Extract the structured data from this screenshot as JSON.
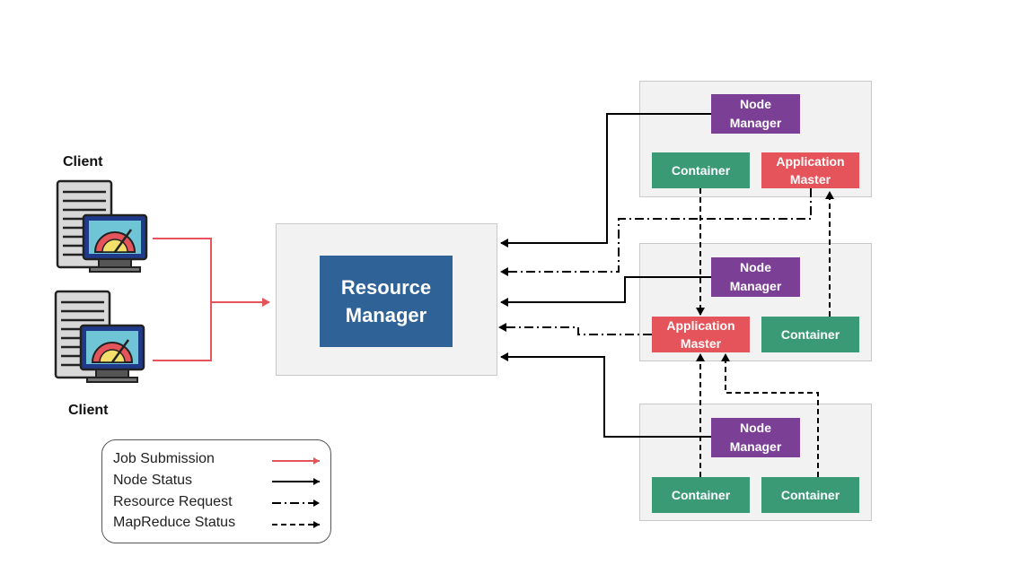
{
  "clients": {
    "top_label": "Client",
    "bottom_label": "Client"
  },
  "resource_manager": {
    "line1": "Resource",
    "line2": "Manager"
  },
  "nodes": [
    {
      "node_manager": [
        "Node",
        "Manager"
      ],
      "left": "Container",
      "right": [
        "Application",
        "Master"
      ]
    },
    {
      "node_manager": [
        "Node",
        "Manager"
      ],
      "left": [
        "Application",
        "Master"
      ],
      "right": "Container"
    },
    {
      "node_manager": [
        "Node",
        "Manager"
      ],
      "left": "Container",
      "right": "Container"
    }
  ],
  "legend": {
    "job_submission": "Job Submission",
    "node_status": "Node Status",
    "resource_request": "Resource Request",
    "mapreduce_status": "MapReduce Status"
  },
  "colors": {
    "job_submission": "#e5545a",
    "node_manager": "#7b3f95",
    "container": "#3a9a76",
    "application_master": "#e5545a",
    "resource_manager": "#2f6398"
  }
}
